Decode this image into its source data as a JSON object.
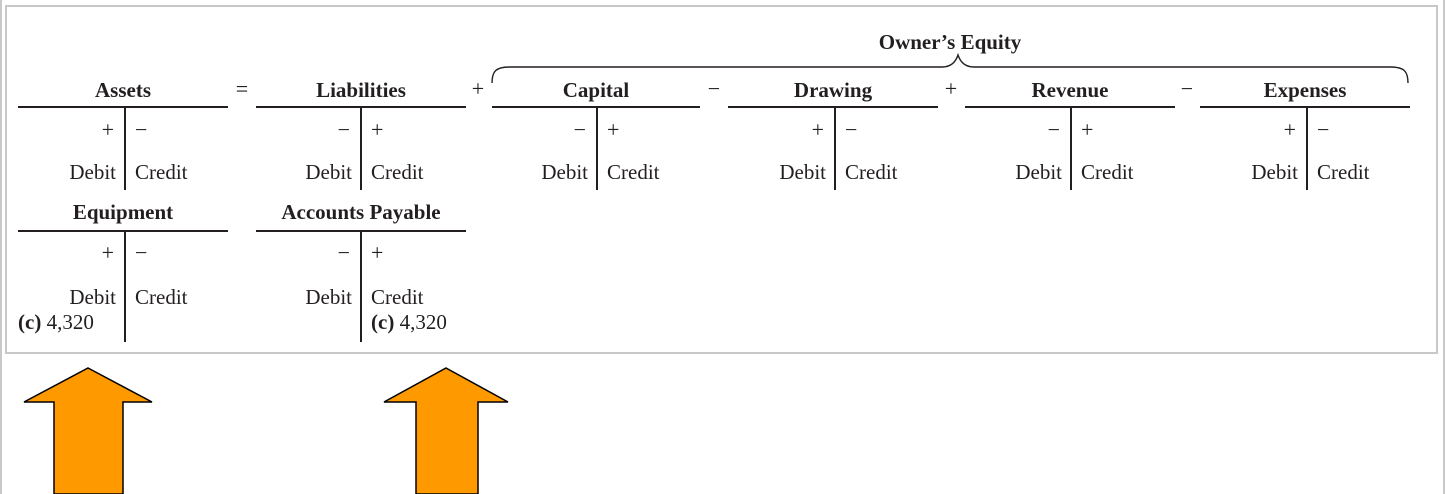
{
  "colors": {
    "arrow_fill": "#ff9900",
    "arrow_stroke": "#000000",
    "ink": "#231f20",
    "frame": "#c8c8c8"
  },
  "owners_equity_label": "Owner’s Equity",
  "operators": {
    "eq": "=",
    "plus1": "+",
    "minus1": "−",
    "plus2": "+",
    "minus2": "−"
  },
  "columns": [
    {
      "title": "Assets",
      "left_sign": "+",
      "right_sign": "−",
      "left_label": "Debit",
      "right_label": "Credit"
    },
    {
      "title": "Liabilities",
      "left_sign": "−",
      "right_sign": "+",
      "left_label": "Debit",
      "right_label": "Credit"
    },
    {
      "title": "Capital",
      "left_sign": "−",
      "right_sign": "+",
      "left_label": "Debit",
      "right_label": "Credit"
    },
    {
      "title": "Drawing",
      "left_sign": "+",
      "right_sign": "−",
      "left_label": "Debit",
      "right_label": "Credit"
    },
    {
      "title": "Revenue",
      "left_sign": "−",
      "right_sign": "+",
      "left_label": "Debit",
      "right_label": "Credit"
    },
    {
      "title": "Expenses",
      "left_sign": "+",
      "right_sign": "−",
      "left_label": "Debit",
      "right_label": "Credit"
    }
  ],
  "accounts": [
    {
      "title": "Equipment",
      "left_sign": "+",
      "right_sign": "−",
      "left_label": "Debit",
      "right_label": "Credit",
      "entry_side": "left",
      "entry_ref": "(c)",
      "entry_amount": "4,320"
    },
    {
      "title": "Accounts Payable",
      "left_sign": "−",
      "right_sign": "+",
      "left_label": "Debit",
      "right_label": "Credit",
      "entry_side": "right",
      "entry_ref": "(c)",
      "entry_amount": "4,320"
    }
  ],
  "arrows": [
    {
      "target": "Equipment"
    },
    {
      "target": "Accounts Payable"
    }
  ]
}
